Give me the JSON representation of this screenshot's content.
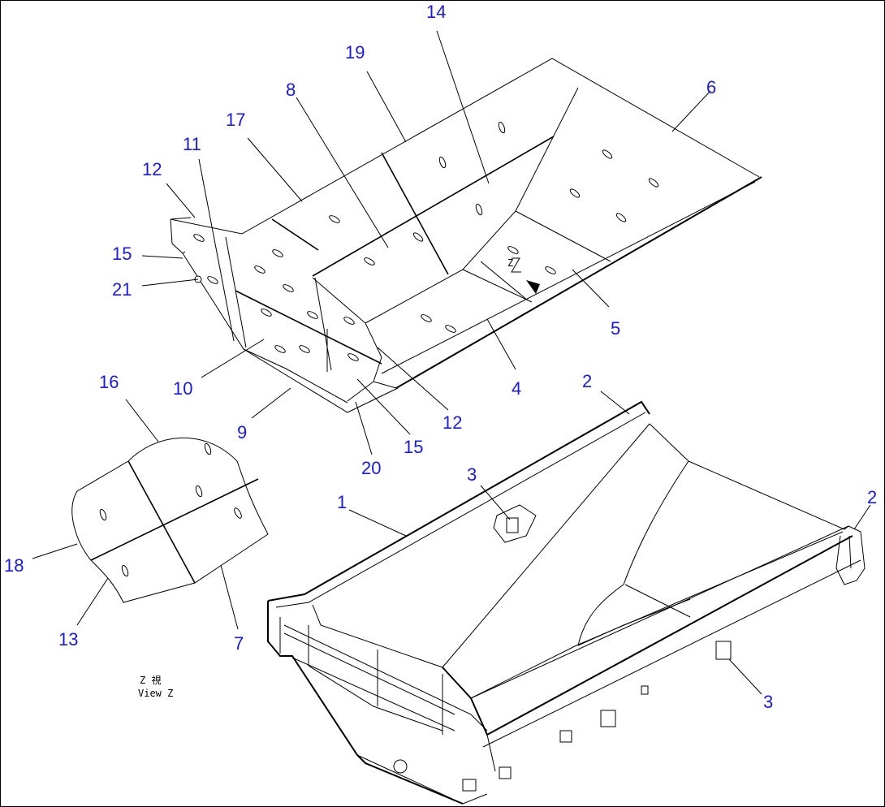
{
  "callouts": [
    {
      "id": "c14",
      "text": "14"
    },
    {
      "id": "c19",
      "text": "19"
    },
    {
      "id": "c6",
      "text": "6"
    },
    {
      "id": "c8",
      "text": "8"
    },
    {
      "id": "c17",
      "text": "17"
    },
    {
      "id": "c11",
      "text": "11"
    },
    {
      "id": "c12a",
      "text": "12"
    },
    {
      "id": "c15a",
      "text": "15"
    },
    {
      "id": "c21",
      "text": "21"
    },
    {
      "id": "c5",
      "text": "5"
    },
    {
      "id": "c4",
      "text": "4"
    },
    {
      "id": "c10",
      "text": "10"
    },
    {
      "id": "c9",
      "text": "9"
    },
    {
      "id": "c12b",
      "text": "12"
    },
    {
      "id": "c15b",
      "text": "15"
    },
    {
      "id": "c20",
      "text": "20"
    },
    {
      "id": "c16",
      "text": "16"
    },
    {
      "id": "c18",
      "text": "18"
    },
    {
      "id": "c13",
      "text": "13"
    },
    {
      "id": "c7",
      "text": "7"
    },
    {
      "id": "c2a",
      "text": "2"
    },
    {
      "id": "c3a",
      "text": "3"
    },
    {
      "id": "c1",
      "text": "1"
    },
    {
      "id": "c2b",
      "text": "2"
    },
    {
      "id": "c3b",
      "text": "3"
    }
  ],
  "view_marker": "Z",
  "caption": {
    "line1": "Z  視",
    "line2": "View Z"
  }
}
